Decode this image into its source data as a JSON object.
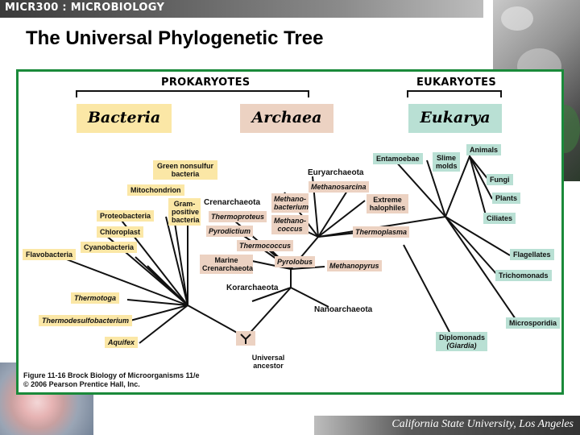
{
  "header": {
    "course": "MICR300 : MICROBIOLOGY"
  },
  "slide": {
    "title": "The Universal Phylogenetic Tree"
  },
  "footer": {
    "university": "California State University, Los Angeles"
  },
  "figure": {
    "groups": {
      "prokaryotes": "PROKARYOTES",
      "eukaryotes": "EUKARYOTES"
    },
    "domains": {
      "bacteria": "Bacteria",
      "archaea": "Archaea",
      "eukarya": "Eukarya"
    },
    "bacteria": {
      "green_nonsulfur": "Green nonsulfur bacteria",
      "mitochondrion": "Mitochondrion",
      "gram_positive": "Gram- positive bacteria",
      "proteobacteria": "Proteobacteria",
      "chloroplast": "Chloroplast",
      "cyanobacteria": "Cyanobacteria",
      "flavobacteria": "Flavobacteria",
      "thermotoga": "Thermotoga",
      "thermodesulfobacterium": "Thermodesulfobacterium",
      "aquifex": "Aquifex"
    },
    "archaea": {
      "crenarchaeota": "Crenarchaeota",
      "thermoproteus": "Thermoproteus",
      "pyrodictium": "Pyrodictium",
      "thermococcus": "Thermococcus",
      "marine_crenarchaeota": "Marine Crenarchaeota",
      "euryarchaeota": "Euryarchaeota",
      "methanosarcina": "Methanosarcina",
      "methanobacterium": "Methano- bacterium",
      "methanococcus": "Methano- coccus",
      "extreme_halophiles": "Extreme halophiles",
      "thermoplasma": "Thermoplasma",
      "pyrolobus": "Pyrolobus",
      "methanopyrus": "Methanopyrus",
      "korarchaeota": "Korarchaeota",
      "nanoarchaeota": "Nanoarchaeota",
      "universal_ancestor": "Universal ancestor"
    },
    "eukarya": {
      "entamoebae": "Entamoebae",
      "slime_molds": "Slime molds",
      "animals": "Animals",
      "fungi": "Fungi",
      "plants": "Plants",
      "ciliates": "Ciliates",
      "flagellates": "Flagellates",
      "trichomonads": "Trichomonads",
      "microsporidia": "Microsporidia",
      "diplomonads": "Diplomonads",
      "giardia": "(Giardia)"
    },
    "caption": {
      "line1": "Figure 11-16 Brock Biology of Microorganisms 11/e",
      "line2": "© 2006 Pearson Prentice Hall, Inc."
    },
    "colors": {
      "bacteria": "#fbe7a6",
      "archaea": "#ecd2c2",
      "eukarya": "#b9e0d4",
      "frame": "#1a8a3a"
    }
  }
}
